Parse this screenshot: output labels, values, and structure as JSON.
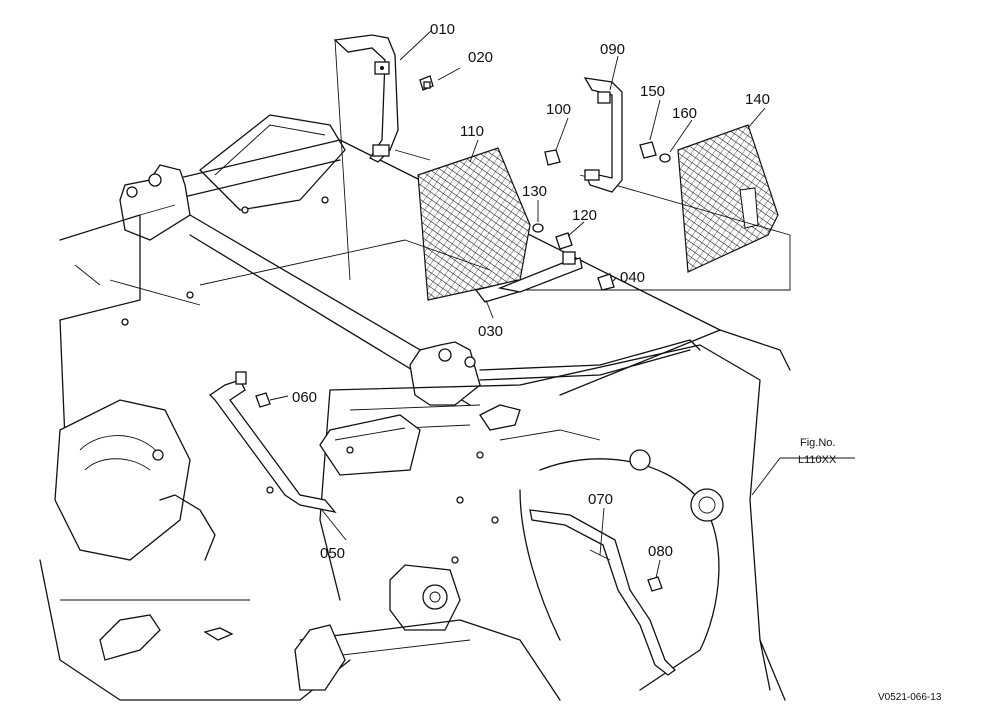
{
  "callouts": [
    {
      "id": "010",
      "text": "010"
    },
    {
      "id": "020",
      "text": "020"
    },
    {
      "id": "030",
      "text": "030"
    },
    {
      "id": "040",
      "text": "040"
    },
    {
      "id": "050",
      "text": "050"
    },
    {
      "id": "060",
      "text": "060"
    },
    {
      "id": "070",
      "text": "070"
    },
    {
      "id": "080",
      "text": "080"
    },
    {
      "id": "090",
      "text": "090"
    },
    {
      "id": "100",
      "text": "100"
    },
    {
      "id": "110",
      "text": "110"
    },
    {
      "id": "120",
      "text": "120"
    },
    {
      "id": "130",
      "text": "130"
    },
    {
      "id": "140",
      "text": "140"
    },
    {
      "id": "150",
      "text": "150"
    },
    {
      "id": "160",
      "text": "160"
    }
  ],
  "figure": {
    "label_line1": "Fig.No.",
    "label_line2": "L110XX"
  },
  "drawing_code": "V0521-066-13"
}
